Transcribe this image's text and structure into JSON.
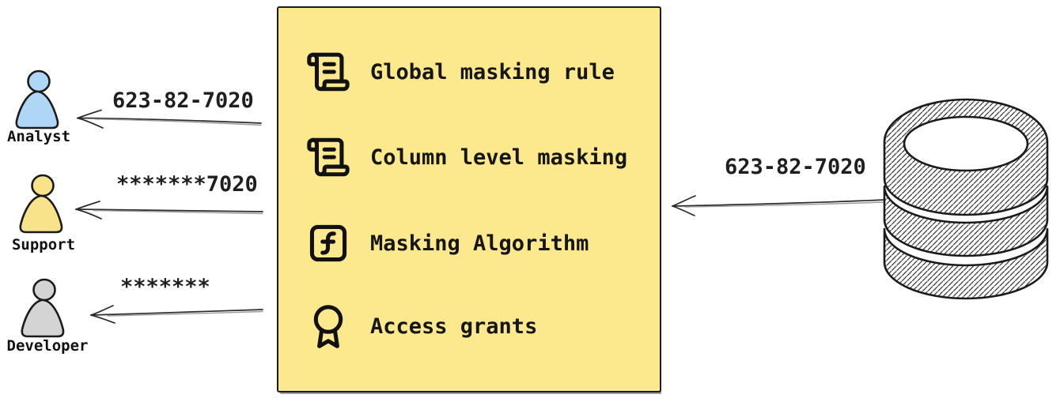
{
  "canvas": {
    "background": "#ffffff",
    "ink": "#1b1b1b"
  },
  "personas": [
    {
      "label": "Analyst",
      "received_value": "623-82-7020",
      "color": "#aed7f5"
    },
    {
      "label": "Support",
      "received_value": "*******7020",
      "color": "#f8e28a"
    },
    {
      "label": "Developer",
      "received_value": "*******",
      "color": "#d4d4d4"
    }
  ],
  "masking_box": {
    "fill": "#fce88d",
    "items": [
      {
        "icon": "scroll-icon",
        "label": "Global masking rule"
      },
      {
        "icon": "scroll-icon",
        "label": "Column level masking"
      },
      {
        "icon": "function-square-icon",
        "label": "Masking Algorithm"
      },
      {
        "icon": "award-icon",
        "label": "Access grants"
      }
    ]
  },
  "database": {
    "icon": "database-icon",
    "source_value": "623-82-7020"
  }
}
